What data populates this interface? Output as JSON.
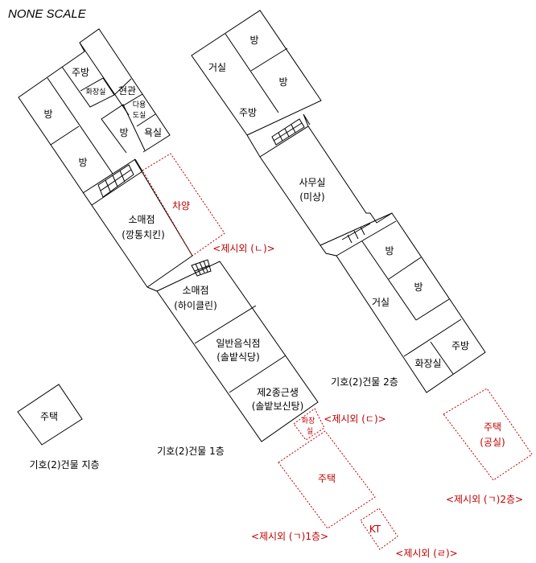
{
  "scale_note": "NONE SCALE",
  "colors": {
    "existing": "#000000",
    "excluded": "#c00000"
  },
  "building_1f": {
    "caption": "기호(2)건물 1층",
    "rooms": {
      "kitchen": "주방",
      "toilet": "화장실",
      "entrance": "현관",
      "utility_1": "다용",
      "utility_2": "도실",
      "room_a": "방",
      "room_b": "방",
      "room_c": "방",
      "bath": "욕실",
      "awning": "차양",
      "store1": "소매점",
      "store1_name": "(깡통치킨)",
      "store2": "소매점",
      "store2_name": "(하이클린)",
      "restaurant": "일반음식점",
      "restaurant_name": "(솔밭식당)",
      "neighborhood": "제2종근생",
      "neighborhood_name": "(솔밭보신탕)"
    }
  },
  "building_2f": {
    "caption": "기호(2)건물 2층",
    "rooms": {
      "room_a": "방",
      "living": "거실",
      "room_b": "방",
      "kitchen": "주방",
      "office": "사무실",
      "office_name": "(미상)",
      "room_c": "방",
      "room_d": "방",
      "living2": "거실",
      "kitchen2": "주방",
      "toilet": "화장실"
    }
  },
  "basement": {
    "caption": "기호(2)건물 지층",
    "house": "주택"
  },
  "excluded": {
    "n_label": "<제시외 (ㄴ)>",
    "d_toilet_1": "화장",
    "d_toilet_2": "실",
    "d_label": "<제시외 (ㄷ)>",
    "g1_house": "주택",
    "g1_label": "<제시외 (ㄱ)1층>",
    "kt": "KT",
    "r_label": "<제시외 (ㄹ)>",
    "g2_house": "주택",
    "g2_status": "(공실)",
    "g2_label": "<제시외 (ㄱ)2층>"
  }
}
